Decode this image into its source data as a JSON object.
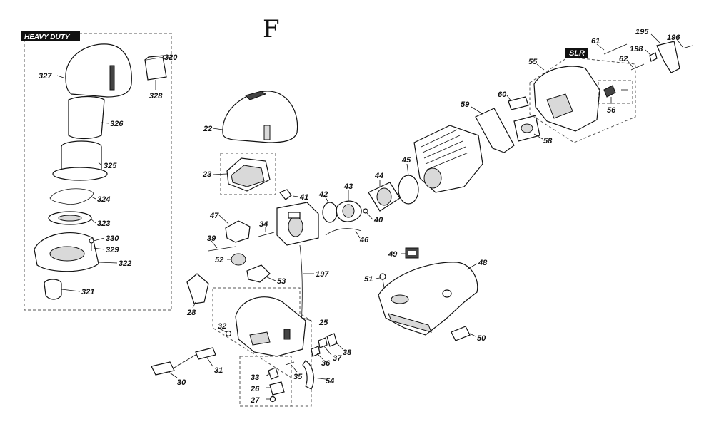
{
  "section_letter": "F",
  "tags": {
    "heavy_duty": "HEAVY DUTY",
    "slr": "SLR"
  },
  "callouts": {
    "p22": "22",
    "p23": "23",
    "p25": "25",
    "p26": "26",
    "p27": "27",
    "p28": "28",
    "p30": "30",
    "p31": "31",
    "p32": "32",
    "p33": "33",
    "p34": "34",
    "p35": "35",
    "p36": "36",
    "p37": "37",
    "p38": "38",
    "p39": "39",
    "p40": "40",
    "p41": "41",
    "p42": "42",
    "p43": "43",
    "p44": "44",
    "p45": "45",
    "p46": "46",
    "p47": "47",
    "p48": "48",
    "p49": "49",
    "p50": "50",
    "p51": "51",
    "p52": "52",
    "p53": "53",
    "p54": "54",
    "p55": "55",
    "p56": "56",
    "p58": "58",
    "p59": "59",
    "p60": "60",
    "p61": "61",
    "p62": "62",
    "p195": "195",
    "p196": "196",
    "p197": "197",
    "p198": "198",
    "p320": "320",
    "p321": "321",
    "p322": "322",
    "p323": "323",
    "p324": "324",
    "p325": "325",
    "p326": "326",
    "p327": "327",
    "p328": "328",
    "p329": "329",
    "p330": "330"
  }
}
